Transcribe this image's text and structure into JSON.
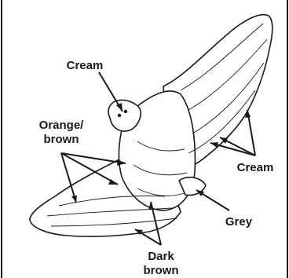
{
  "labels": {
    "cream_head": "Cream",
    "orange_line1": "Orange/",
    "orange_line2": "brown",
    "cream_wing": "Cream",
    "grey": "Grey",
    "dark_line1": "Dark",
    "dark_line2": "brown"
  },
  "colors": {
    "outline": "#1a1a1a",
    "background": "#ffffff"
  }
}
